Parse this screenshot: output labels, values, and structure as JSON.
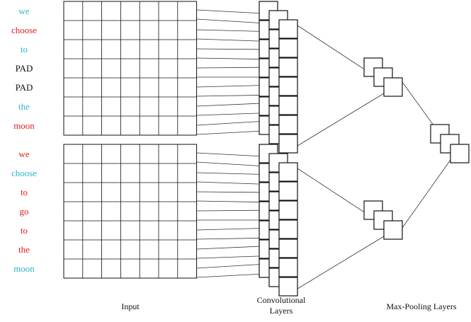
{
  "sentences": [
    {
      "words": [
        {
          "text": "we",
          "color": "#2bb7c7"
        },
        {
          "text": "choose",
          "color": "#e0201c"
        },
        {
          "text": "to",
          "color": "#2bb7c7"
        },
        {
          "text": "PAD",
          "color": "#111111"
        },
        {
          "text": "PAD",
          "color": "#111111"
        },
        {
          "text": "the",
          "color": "#2bb7c7"
        },
        {
          "text": "moon",
          "color": "#e0201c"
        }
      ]
    },
    {
      "words": [
        {
          "text": "we",
          "color": "#e0201c"
        },
        {
          "text": "choose",
          "color": "#2bb7c7"
        },
        {
          "text": "to",
          "color": "#e0201c"
        },
        {
          "text": "go",
          "color": "#e0201c"
        },
        {
          "text": "to",
          "color": "#e0201c"
        },
        {
          "text": "the",
          "color": "#e0201c"
        },
        {
          "text": "moon",
          "color": "#2bb7c7"
        }
      ]
    }
  ],
  "labels": {
    "input": "Input",
    "conv_line1": "Convolutional",
    "conv_line2": "Layers",
    "pool": "Max-Pooling Layers"
  },
  "colors": {
    "stroke": "#111111",
    "line": "#333333"
  }
}
